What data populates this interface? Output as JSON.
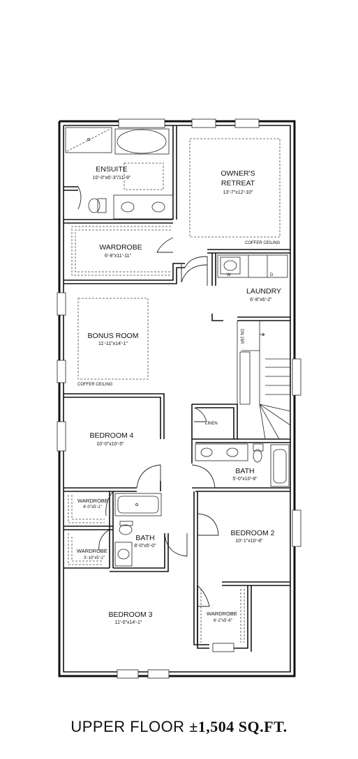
{
  "plan": {
    "rooms": {
      "ensuite": {
        "name": "ENSUITE",
        "dims": "10'-0\"x6'-3\"/11'-9\""
      },
      "owners_retreat": {
        "name_line1": "OWNER'S",
        "name_line2": "RETREAT",
        "dims": "13'-7\"x12'-10\""
      },
      "wardrobe_main": {
        "name": "WARDROBE",
        "dims": "6'-8\"x11'-11\""
      },
      "laundry": {
        "name": "LAUNDRY",
        "dims": "6'-8\"x6'-2\""
      },
      "bonus_room": {
        "name": "BONUS ROOM",
        "dims": "11'-11\"x14'-1\""
      },
      "bedroom_4": {
        "name": "BEDROOM 4",
        "dims": "10'-0\"x10'-5\""
      },
      "linen": {
        "name": "LINEN"
      },
      "bath_main": {
        "name": "BATH",
        "dims": "5'-0\"x10'-8\""
      },
      "wardrobe_bed4": {
        "name": "WARDROBE",
        "dims": "4'-0\"x5'-1\""
      },
      "bath_lower": {
        "name": "BATH",
        "dims": "8'-0\"x5'-0\""
      },
      "bedroom_2": {
        "name": "BEDROOM 2",
        "dims": "10'-1\"x10'-8\""
      },
      "wardrobe_bed3": {
        "name": "WARDROBE",
        "dims": "3'-10\"x5'-1\""
      },
      "bedroom_3": {
        "name": "BEDROOM 3",
        "dims": "11'-0\"x14'-1\""
      },
      "wardrobe_bed2": {
        "name": "WARDROBE",
        "dims": "6'-2\"x5'-6\""
      }
    },
    "notes": {
      "coffer_owner": "COFFER CEILING",
      "coffer_bonus": "COFFER CEILING",
      "stair_dn": "DN 15R",
      "washer": "W",
      "dryer": "D"
    }
  },
  "caption": {
    "floor": "UPPER FLOOR",
    "area": "±1,504 SQ.FT."
  }
}
